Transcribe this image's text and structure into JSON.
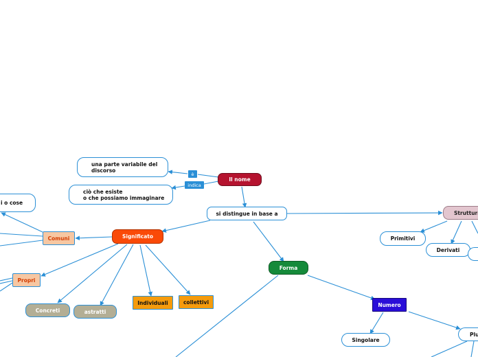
{
  "nodes": {
    "il_nome": "Il nome",
    "parte_variabile": [
      "una parte variabile del",
      "discorso"
    ],
    "cio_che_esiste": [
      "ciò che esiste",
      "o che possiamo immaginare"
    ],
    "si_distingue": "si distingue in base a",
    "significato": "Significato",
    "comuni": "Comuni",
    "propri": "Propri",
    "concreti": "Concreti",
    "astratti": "astratti",
    "individuali": "Individuali",
    "collettivi": "collettivi",
    "cose": "i o cose",
    "forma": "Forma",
    "numero": "Numero",
    "singolare": "Singolare",
    "plurale": "Plu",
    "struttura": "Struttura",
    "primitivi": "Primitivi",
    "derivati": "Derivati"
  },
  "labels": {
    "e": "è",
    "indica": "indica"
  },
  "colors": {
    "connector": "#2a8fd6",
    "il_nome": "#b5132f",
    "significato": "#fa4a08",
    "forma": "#158a3a",
    "numero": "#2a0ed8",
    "struttura": "#e3c6cf",
    "comuni_propri": "#f7c7a2",
    "concreti_astratti": "#b3ae95",
    "individuali_collettivi": "#f59b0c"
  }
}
